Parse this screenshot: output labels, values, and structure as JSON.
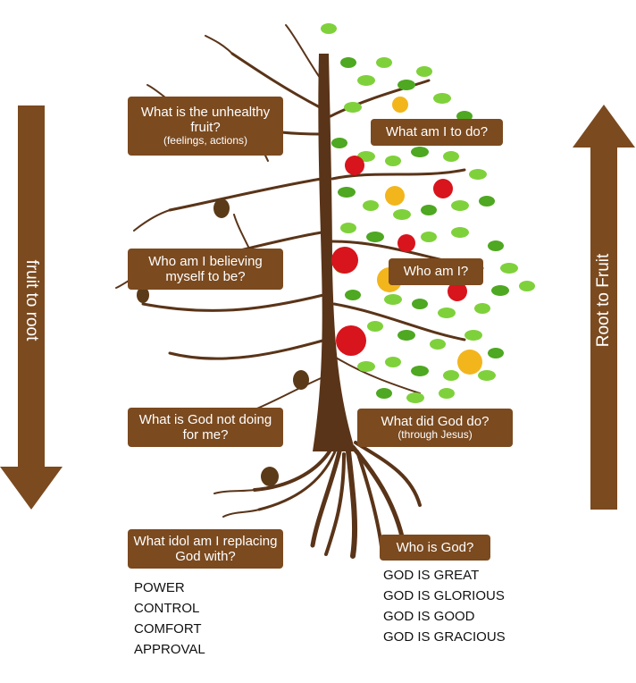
{
  "colors": {
    "box": "#7b4a1f",
    "arrow": "#7b4a1f",
    "trunk": "#5a3418",
    "leaf": "#7fd13b",
    "leaf_dark": "#4ea821",
    "apple_red": "#d8141c",
    "apple_yellow": "#f2b51c"
  },
  "left_arrow": {
    "label": "fruit to root",
    "direction": "down"
  },
  "right_arrow": {
    "label": "Root to Fruit",
    "direction": "up"
  },
  "left_questions": [
    {
      "main": "What is the unhealthy fruit?",
      "sub": "(feelings, actions)"
    },
    {
      "main": "Who am I believing myself to be?",
      "sub": ""
    },
    {
      "main": "What is God not doing for me?",
      "sub": ""
    },
    {
      "main": "What idol am I replacing God with?",
      "sub": ""
    }
  ],
  "right_questions": [
    {
      "main": "What am I to do?",
      "sub": ""
    },
    {
      "main": "Who am I?",
      "sub": ""
    },
    {
      "main": "What did God do?",
      "sub": "(through Jesus)"
    },
    {
      "main": "Who is God?",
      "sub": ""
    }
  ],
  "idol_list": [
    "POWER",
    "CONTROL",
    "COMFORT",
    "APPROVAL"
  ],
  "god_list": [
    "GOD IS GREAT",
    "GOD IS GLORIOUS",
    "GOD IS GOOD",
    "GOD IS GRACIOUS"
  ]
}
